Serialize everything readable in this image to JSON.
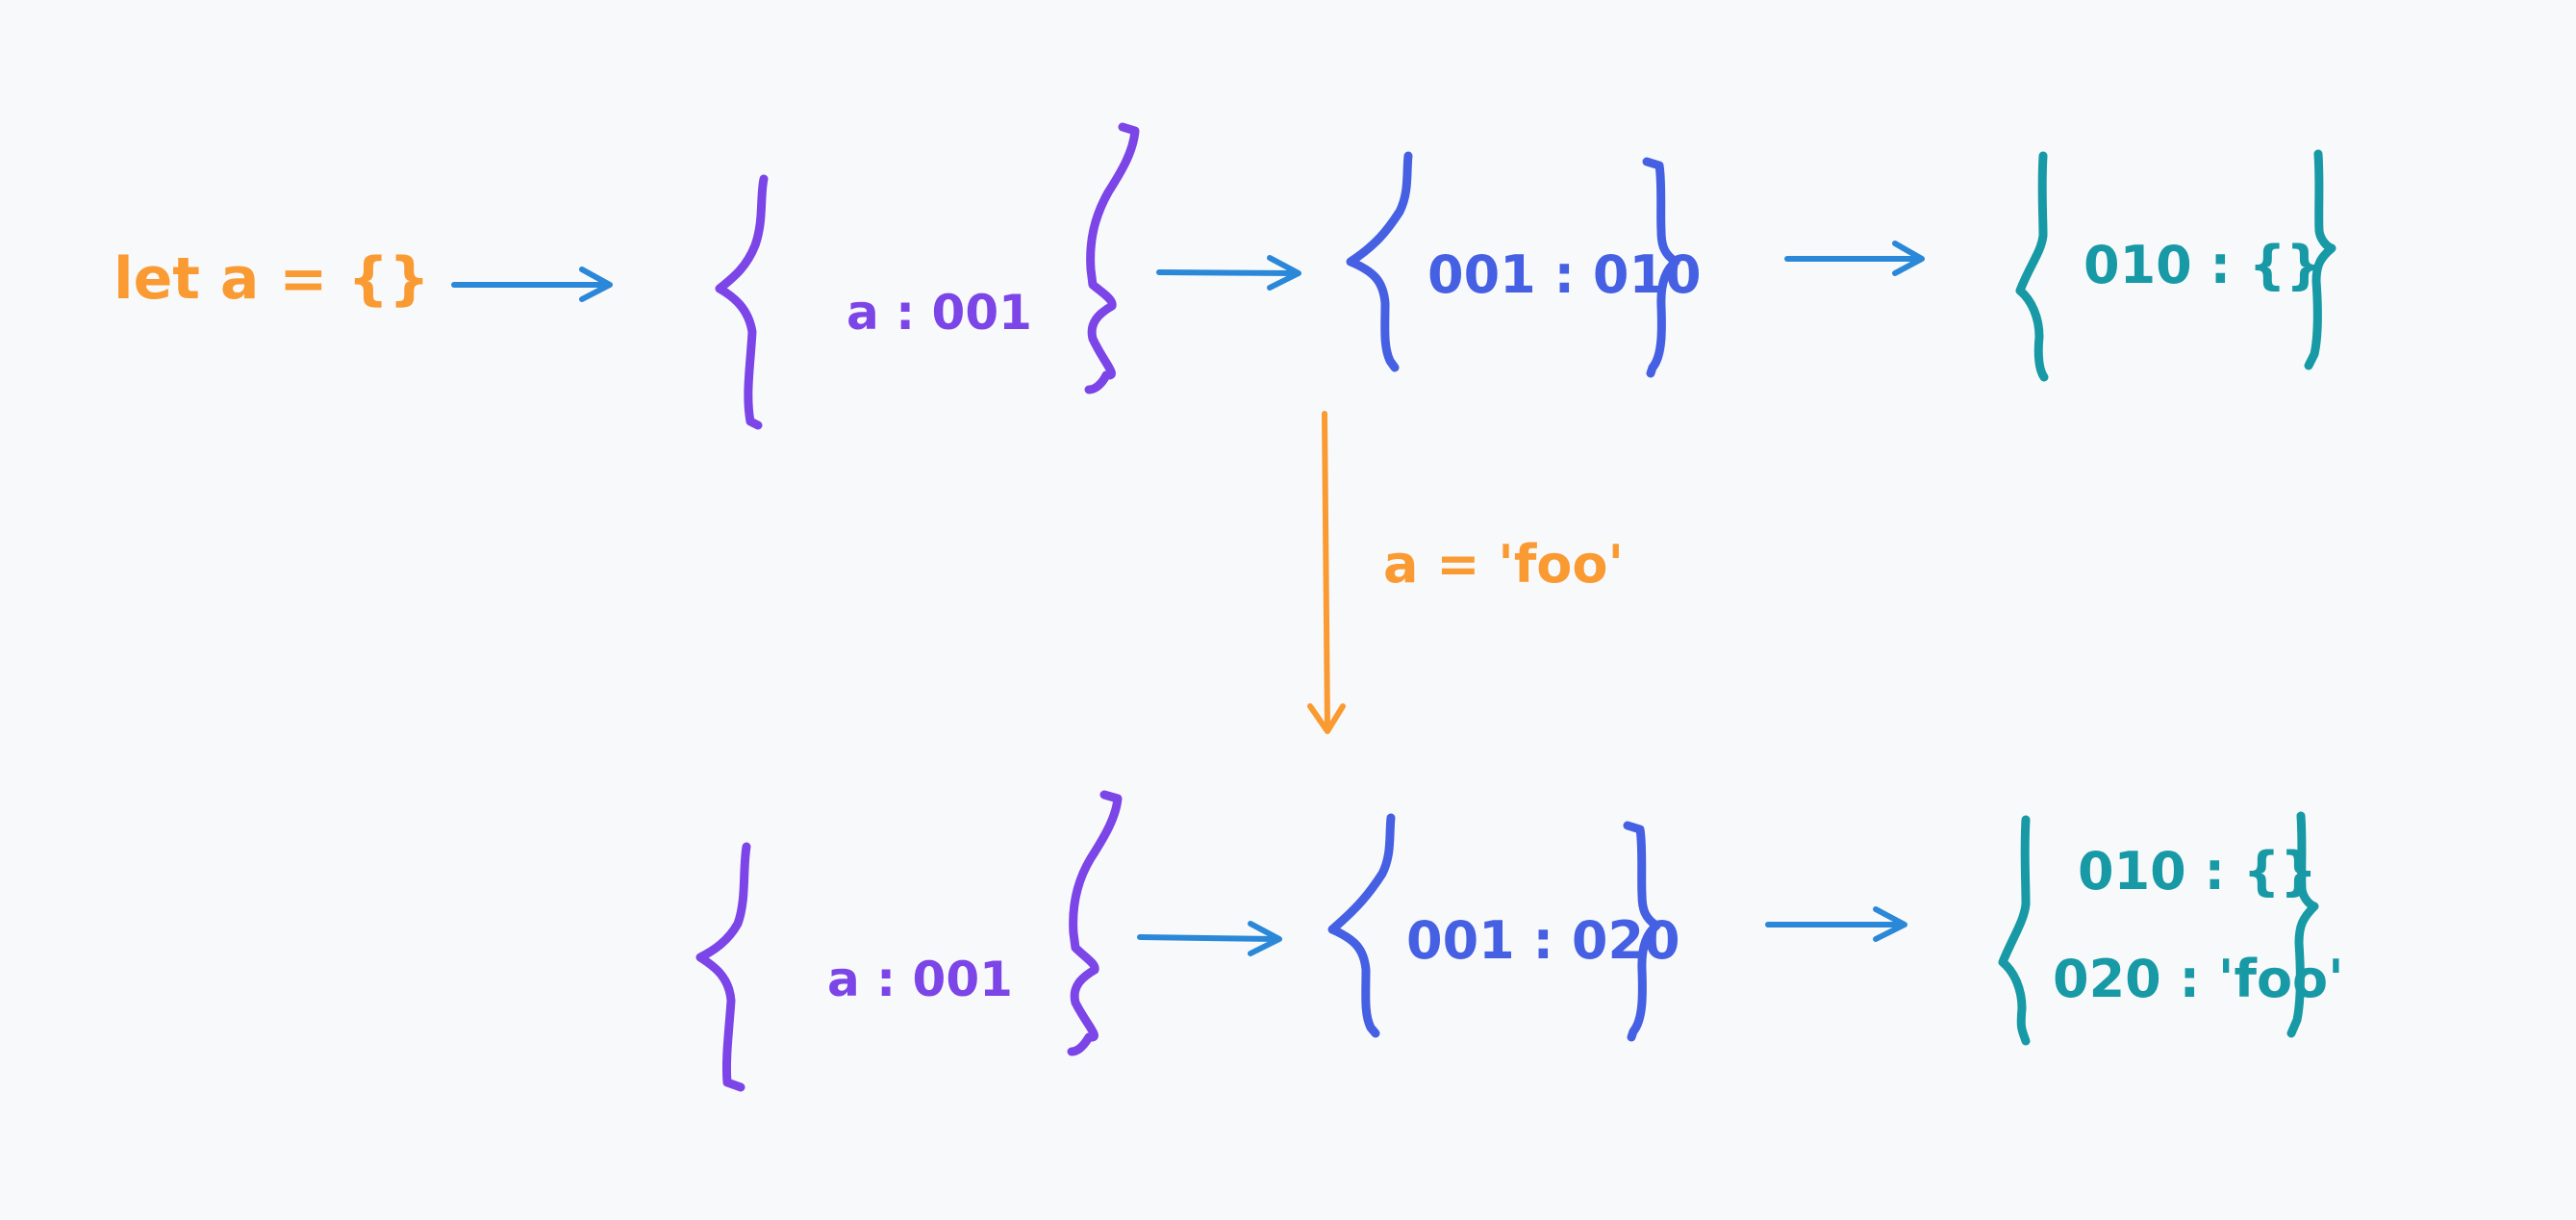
{
  "colors": {
    "orange": "#fa9a32",
    "purple": "#7c45e8",
    "blue": "#4560e3",
    "teal": "#179aa6",
    "arrow_blue": "#2b88d9",
    "background": "#f8f9fa"
  },
  "labels": {
    "declaration": "let a = {}",
    "assignment": "a = 'foo'"
  },
  "top_row": {
    "var_entry": "a : 001",
    "address_entry": "001 : 010",
    "heap_entries": [
      "010 : {}"
    ]
  },
  "bottom_row": {
    "var_entry": "a : 001",
    "address_entry": "001 : 020",
    "heap_entries": [
      "010 : {}",
      "020 : 'foo'"
    ]
  }
}
